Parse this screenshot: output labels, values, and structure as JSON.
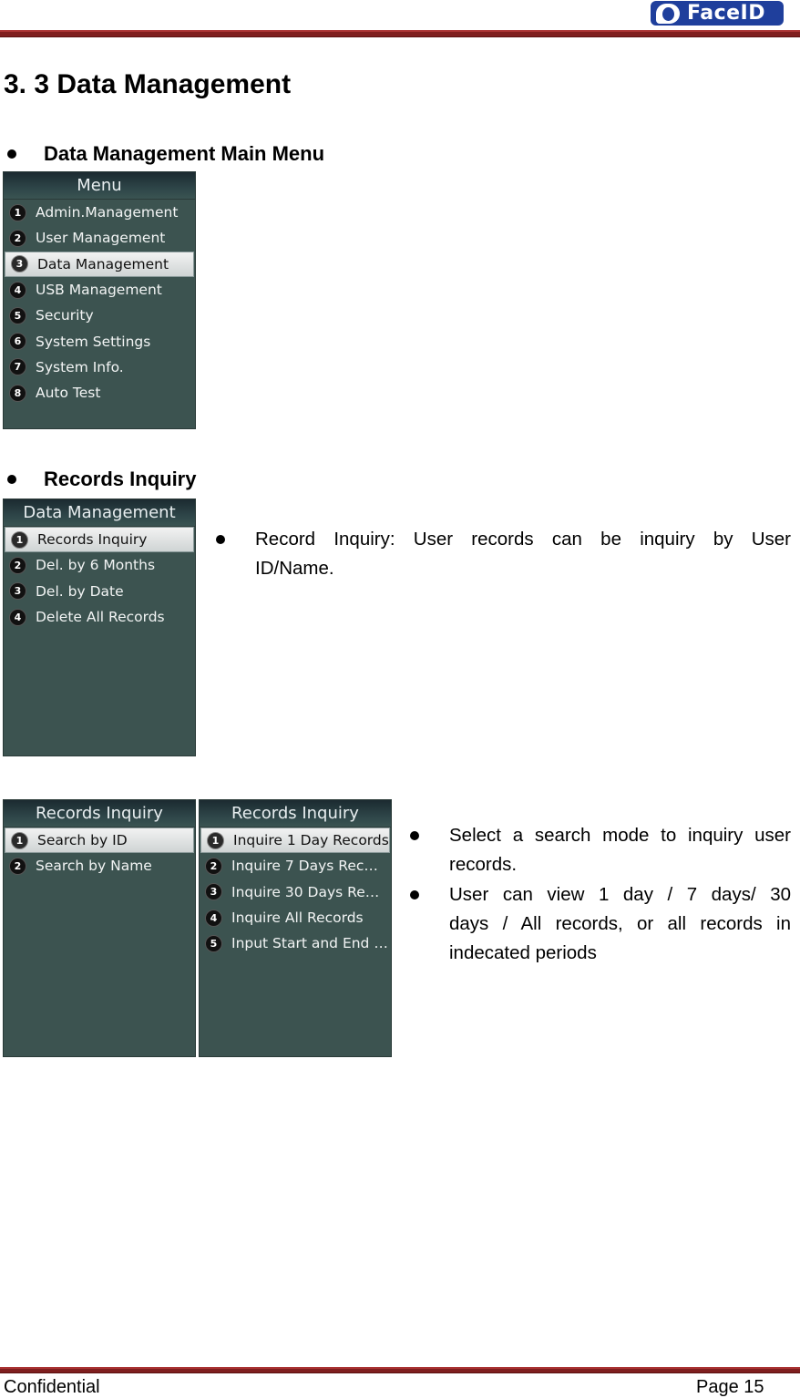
{
  "header": {
    "logo_text": "FaceID"
  },
  "section_title": "3. 3 Data Management",
  "bullets": {
    "main_menu": "Data Management Main Menu",
    "records_inquiry": "Records Inquiry"
  },
  "screens": {
    "menu": {
      "title": "Menu",
      "items": [
        {
          "num": "1",
          "label": "Admin.Management"
        },
        {
          "num": "2",
          "label": "User Management"
        },
        {
          "num": "3",
          "label": "Data Management"
        },
        {
          "num": "4",
          "label": "USB Management"
        },
        {
          "num": "5",
          "label": "Security"
        },
        {
          "num": "6",
          "label": "System Settings"
        },
        {
          "num": "7",
          "label": "System Info."
        },
        {
          "num": "8",
          "label": "Auto Test"
        }
      ]
    },
    "data_management": {
      "title": "Data Management",
      "items": [
        {
          "num": "1",
          "label": "Records Inquiry"
        },
        {
          "num": "2",
          "label": "Del. by 6 Months"
        },
        {
          "num": "3",
          "label": "Del. by Date"
        },
        {
          "num": "4",
          "label": "Delete All Records"
        }
      ]
    },
    "records_inquiry_a": {
      "title": "Records Inquiry",
      "items": [
        {
          "num": "1",
          "label": "Search by ID"
        },
        {
          "num": "2",
          "label": "Search by Name"
        }
      ]
    },
    "records_inquiry_b": {
      "title": "Records Inquiry",
      "items": [
        {
          "num": "1",
          "label": "Inquire 1 Day Records"
        },
        {
          "num": "2",
          "label": "Inquire 7 Days Rec…"
        },
        {
          "num": "3",
          "label": "Inquire 30 Days Re…"
        },
        {
          "num": "4",
          "label": "Inquire All Records"
        },
        {
          "num": "5",
          "label": "Input Start and End …"
        }
      ]
    }
  },
  "text": {
    "record_inquiry_line1": "Record Inquiry: User records can be inquiry by User",
    "record_inquiry_line2": "ID/Name.",
    "search_mode_line1": "Select a search mode to inquiry user",
    "search_mode_line2": "records.",
    "view_line1": "User can view 1 day / 7 days/ 30",
    "view_line2": "days / All records, or all records in",
    "view_line3": "indecated periods"
  },
  "footer": {
    "left": "Confidential",
    "right": "Page 15"
  }
}
